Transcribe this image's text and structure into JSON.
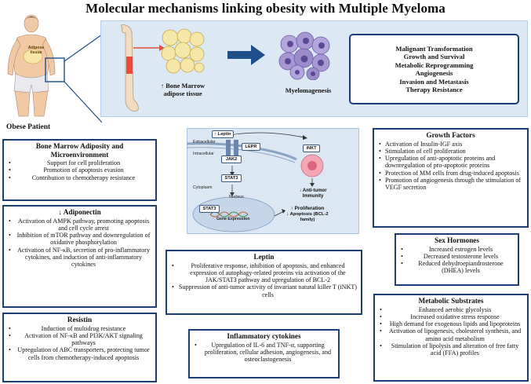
{
  "title": "Molecular mechanisms linking obesity with Multiple Myeloma",
  "patient": {
    "adipose_label": "Adipose tissue",
    "label": "Obese Patient"
  },
  "banner": {
    "bone_caption": "↑ Bone Marrow adipose tissue",
    "myelo_caption": "Myelomagenesis",
    "hallmarks": [
      "Malignant Transformation",
      "Growth and Survival",
      "Metabolic Reprogramming",
      "Angiogenesis",
      "Invasion and Metastasis",
      "Therapy Resistance"
    ]
  },
  "diagram": {
    "leptin": "↑ Leptin",
    "lepr": "LEPR",
    "extracellular": "Extracellular",
    "intracellular": "Intracellular",
    "jak2": "JAK2",
    "stat3": "STAT3",
    "cytoplasm": "Cytoplasm",
    "nucleus": "Nucleus",
    "stat3_nuc": "STAT3",
    "gene_expression": "Gene Expression",
    "inkt": "iNKT",
    "antitumor": "↓ Anti-tumor Immunity",
    "proliferation": "↑ Proliferation",
    "apoptosis": "↓ Apoptosis (BCL-2 family)"
  },
  "boxes": {
    "bm_adiposity": {
      "title": "Bone Marrow Adiposity and Microenvironment",
      "items": [
        "Support for cell proliferation",
        "Promotion of apoptosis evasion",
        "Contribution to chemotherapy resistance"
      ]
    },
    "adiponectin": {
      "title": "↓ Adiponectin",
      "items": [
        "Activation of AMPK pathway, promoting apoptosis and cell cycle arrest",
        "Inhibition of mTOR pathway and downregulation of oxidative phosphorylation",
        "Activation of NF-κB, secretion of pro-inflammatory cytokines, and induction of anti-inflammatory cytokines"
      ]
    },
    "resistin": {
      "title": "Resistin",
      "items": [
        "Induction of multidrug resistance",
        "Activation of NF-κB and PI3K/AKT signaling pathways",
        "Upregulation of ABC transporters, protecting tumor cells from chemotherapy-induced apoptosis"
      ]
    },
    "leptin": {
      "title": "Leptin",
      "items": [
        "Proliferative response, inhibition of apoptosis, and enhanced expression of autophagy-related proteins via activation of the JAK/STAT3 pathway and upregulation of BCL-2",
        "Suppression of anti-tumor activity of invariant natural killer T (iNKT) cells"
      ]
    },
    "inflammatory": {
      "title": "Inflammatory cytokines",
      "items": [
        "Upregulation of IL-6 and TNF-α, supporting proliferation, cellular adhesion, angiogenesis, and osteoclastogenesis"
      ]
    },
    "growth": {
      "title": "Growth Factors",
      "items": [
        "Activation of Insulin-IGF axis",
        "Stimulation of cell proliferation",
        "Upregulation of anti-apoptotic proteins and downregulation of pro-apoptotic proteins",
        "Protection of MM cells from drug-induced apoptosis",
        "Promotion of angiogenesis through the stimulation of VEGF secretion"
      ]
    },
    "sex": {
      "title": "Sex Hormones",
      "items": [
        "Increased estrogen levels",
        "Decreased testosterone levels",
        "Reduced dehydroepiandrosterone (DHEA) levels"
      ]
    },
    "metabolic": {
      "title": "Metabolic Substrates",
      "items": [
        "Enhanced aerobic glycolysis",
        "Increased oxidative stress response",
        "High demand for exogenous lipids and lipoproteins",
        "Activation of lipogenesis, cholesterol synthesis, and amino acid metabolism",
        "Stimulation of lipolysis and alteration of free fatty acid (FFA) profiles"
      ]
    }
  },
  "colors": {
    "box_border": "#1c3f73",
    "banner_bg": "#dce9f5",
    "bone": "#f2dcc2",
    "highlight_red": "#e74c3c",
    "arrow_blue": "#1f4f8a",
    "adipocyte": "#f6e7a8",
    "myeloma_cell": "#9b8cc9"
  }
}
